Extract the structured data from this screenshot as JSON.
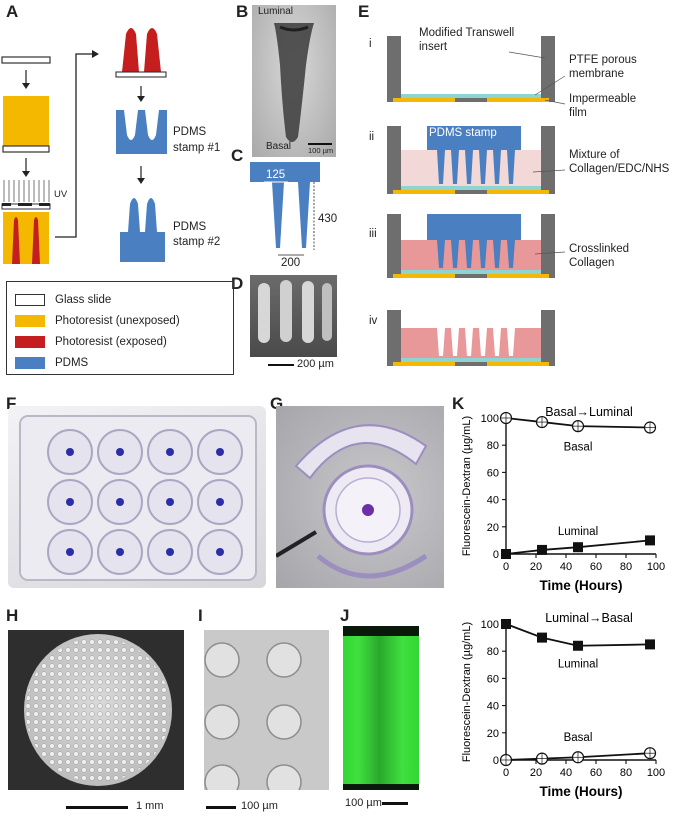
{
  "panels": {
    "A": "A",
    "B": "B",
    "C": "C",
    "D": "D",
    "E": "E",
    "F": "F",
    "G": "G",
    "H": "H",
    "I": "I",
    "J": "J",
    "K": "K"
  },
  "panelA": {
    "uv": "UV",
    "stamp1": [
      "PDMS",
      "stamp #1"
    ],
    "stamp2": [
      "PDMS",
      "stamp #2"
    ]
  },
  "legend": {
    "items": [
      {
        "label": "Glass slide",
        "color": "#ffffff"
      },
      {
        "label": "Photoresist (unexposed)",
        "color": "#f5b800"
      },
      {
        "label": "Photoresist (exposed)",
        "color": "#c41e1e"
      },
      {
        "label": "PDMS",
        "color": "#4a7fc1"
      }
    ]
  },
  "panelB": {
    "top": "Luminal",
    "bottom": "Basal",
    "scale": "100 µm"
  },
  "panelC": {
    "width": "125",
    "height": "430",
    "spacing": "200"
  },
  "panelD": {
    "scale": "200 µm"
  },
  "panelE": {
    "steps": [
      "i",
      "ii",
      "iii",
      "iv"
    ],
    "insert": [
      "Modified Transwell",
      "insert"
    ],
    "membrane": [
      "PTFE porous",
      "membrane"
    ],
    "film": [
      "Impermeable",
      "film"
    ],
    "stamp": "PDMS stamp",
    "mixture": [
      "Mixture of",
      "Collagen/EDC/NHS"
    ],
    "crosslinked": [
      "Crosslinked",
      "Collagen"
    ]
  },
  "panelH": {
    "scale": "1 mm"
  },
  "panelI": {
    "scale": "100 µm"
  },
  "panelJ": {
    "scale": "100 µm"
  },
  "chart_data": [
    {
      "type": "line",
      "title": "Basal→Luminal",
      "xlabel": "Time (Hours)",
      "ylabel": "Fluorescein-Dextran (µg/mL)",
      "xlim": [
        0,
        100
      ],
      "ylim": [
        0,
        100
      ],
      "xticks": [
        0,
        20,
        40,
        60,
        80,
        100
      ],
      "yticks": [
        0,
        20,
        40,
        60,
        80,
        100
      ],
      "series": [
        {
          "name": "Basal",
          "marker": "open-circle",
          "x": [
            0,
            24,
            48,
            96
          ],
          "y": [
            100,
            97,
            94,
            93
          ]
        },
        {
          "name": "Luminal",
          "marker": "filled-square",
          "x": [
            0,
            24,
            48,
            96
          ],
          "y": [
            0,
            3,
            5,
            10
          ]
        }
      ]
    },
    {
      "type": "line",
      "title": "Luminal→Basal",
      "xlabel": "Time (Hours)",
      "ylabel": "Fluorescein-Dextran (µg/mL)",
      "xlim": [
        0,
        100
      ],
      "ylim": [
        0,
        100
      ],
      "xticks": [
        0,
        20,
        40,
        60,
        80,
        100
      ],
      "yticks": [
        0,
        20,
        40,
        60,
        80,
        100
      ],
      "series": [
        {
          "name": "Luminal",
          "marker": "filled-square",
          "x": [
            0,
            24,
            48,
            96
          ],
          "y": [
            100,
            90,
            84,
            85
          ]
        },
        {
          "name": "Basal",
          "marker": "open-circle",
          "x": [
            0,
            24,
            48,
            96
          ],
          "y": [
            0,
            1,
            2,
            5
          ]
        }
      ]
    }
  ]
}
